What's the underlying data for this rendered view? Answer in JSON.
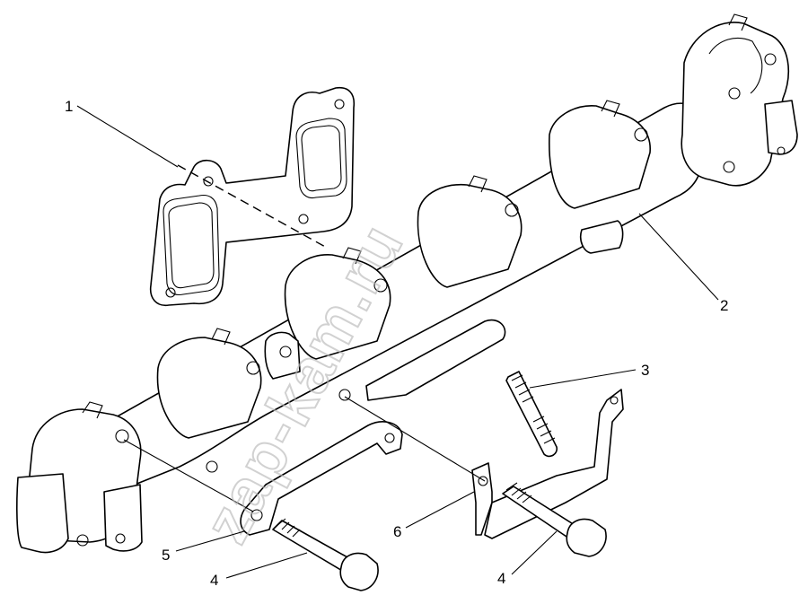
{
  "watermark": "zap-kam.ru",
  "callouts": [
    {
      "id": "1",
      "part": "gasket"
    },
    {
      "id": "2",
      "part": "exhaust-manifold"
    },
    {
      "id": "3",
      "part": "stud"
    },
    {
      "id": "4",
      "part": "bolt"
    },
    {
      "id": "4",
      "part": "bolt"
    },
    {
      "id": "5",
      "part": "locking-plate"
    },
    {
      "id": "6",
      "part": "locking-plate"
    }
  ]
}
